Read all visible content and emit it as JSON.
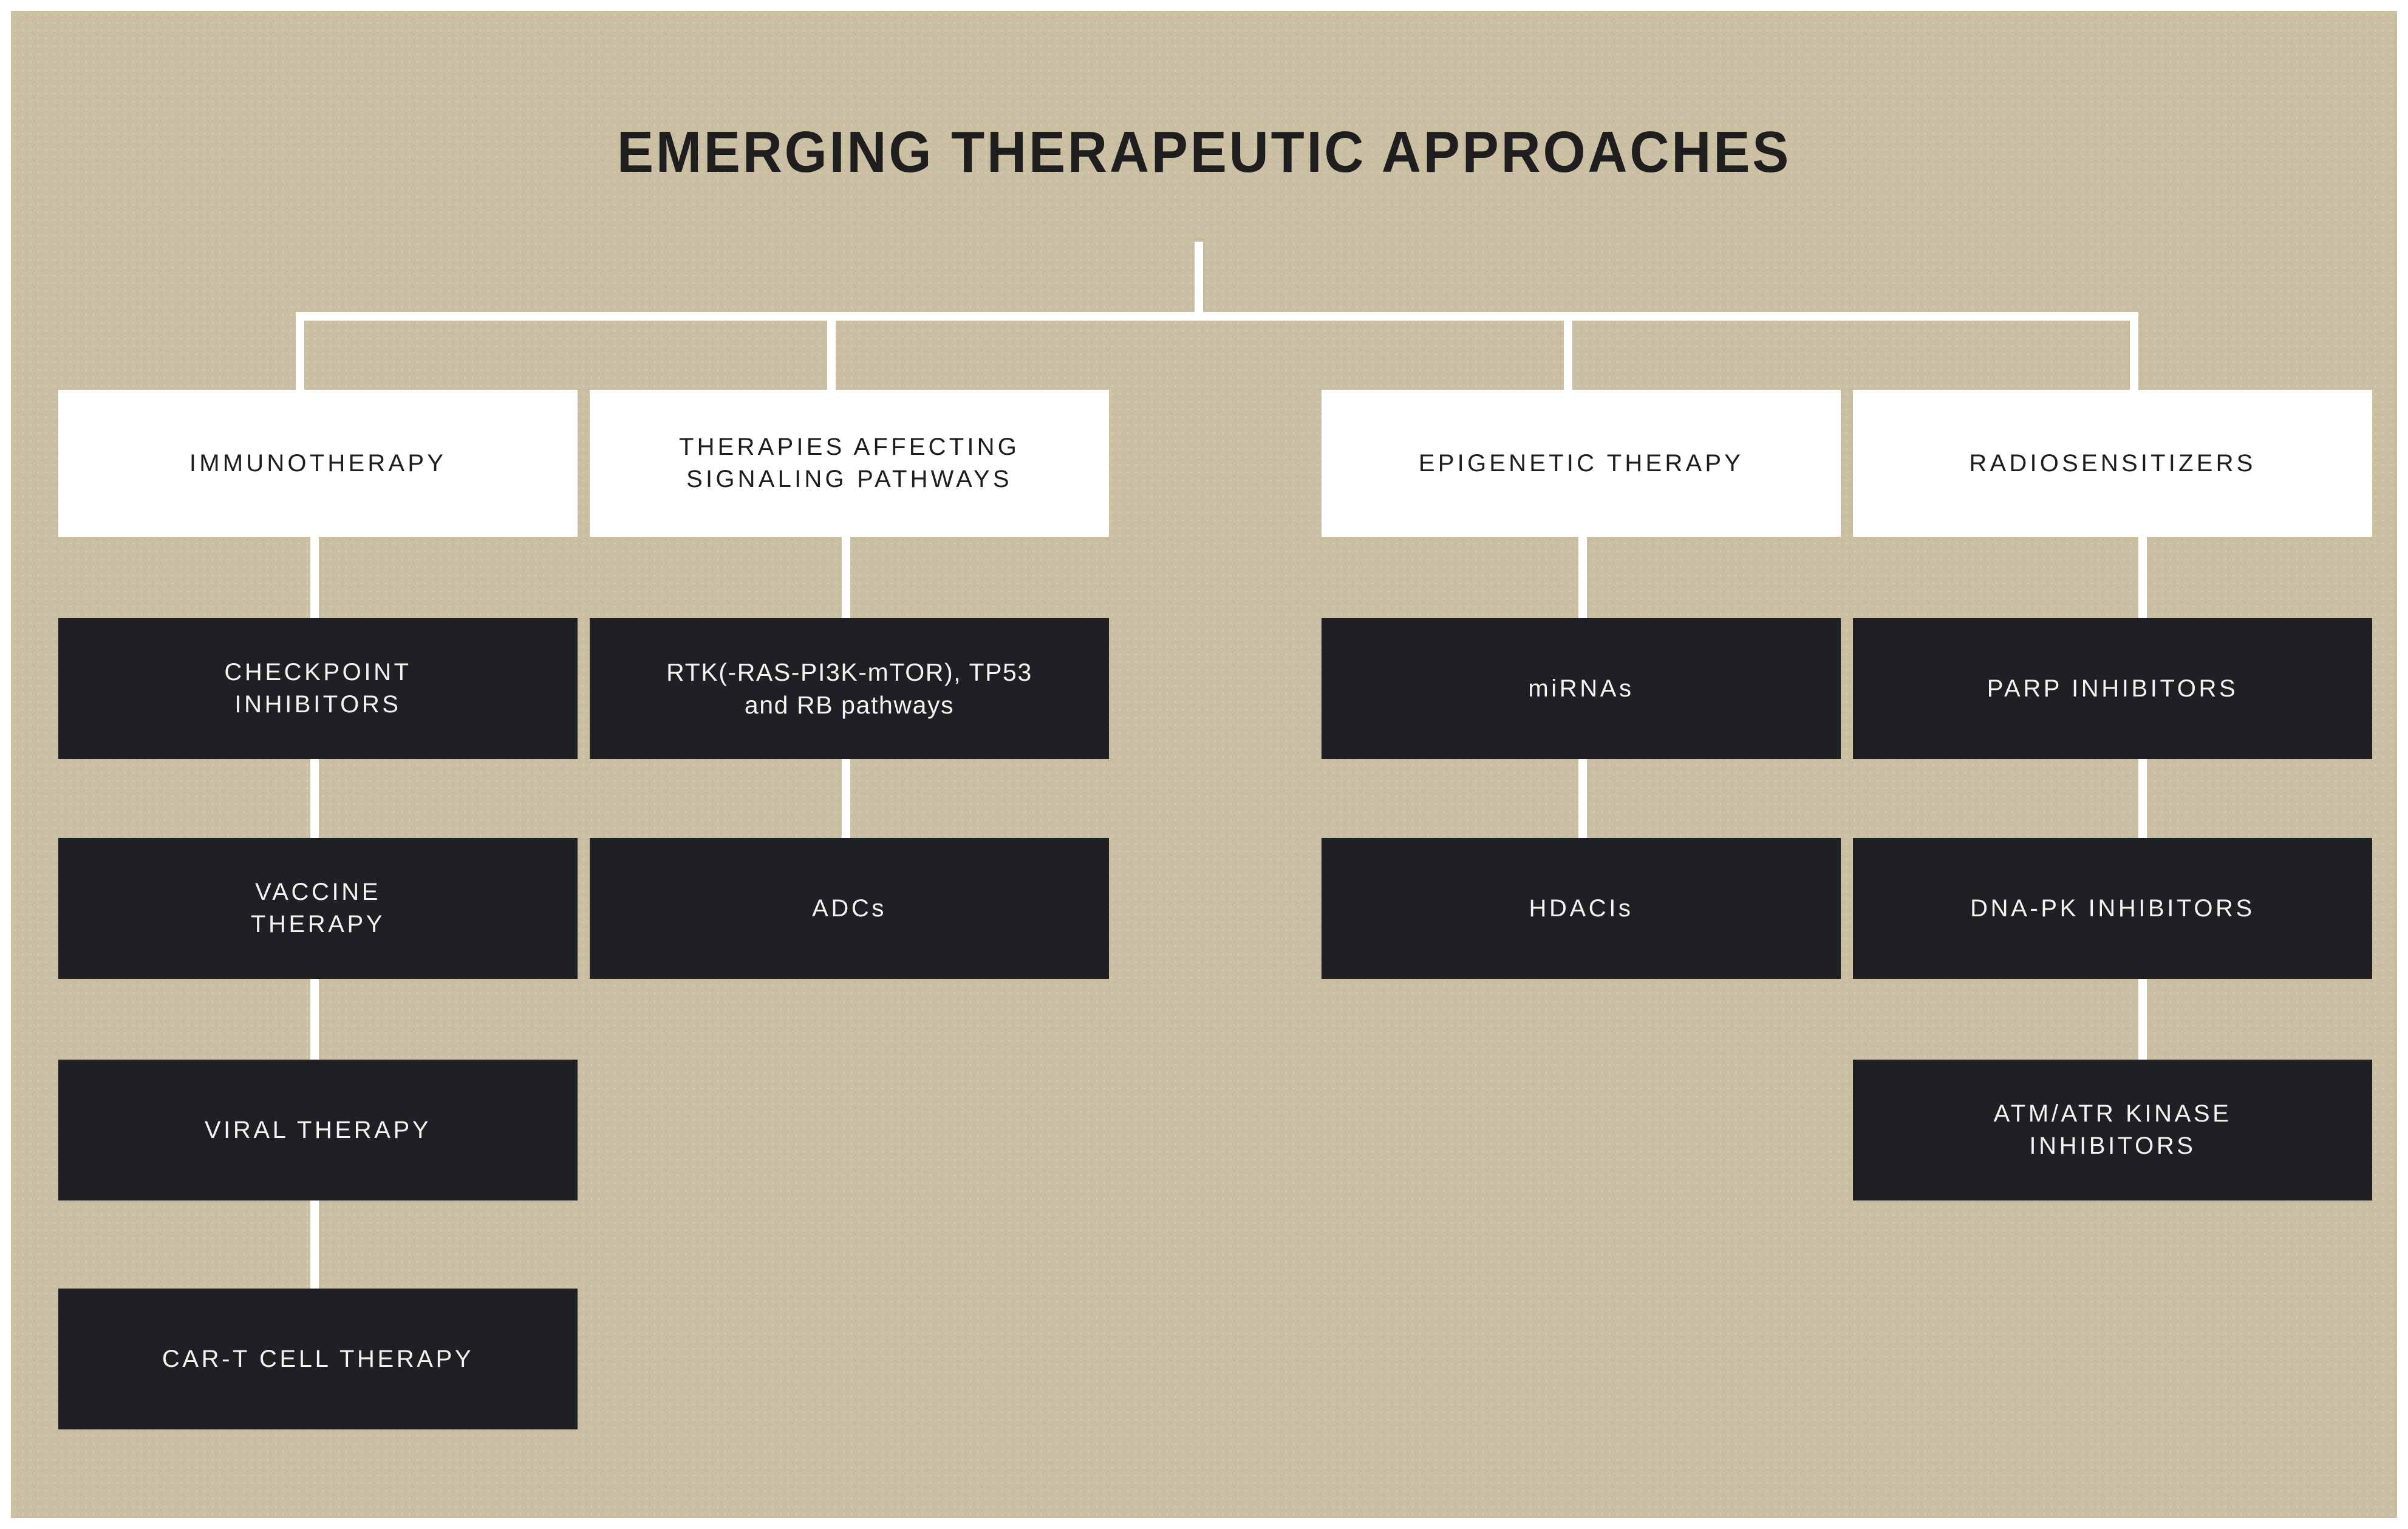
{
  "title": "EMERGING THERAPEUTIC APPROACHES",
  "colors": {
    "background": "#cbbfa3",
    "frame": "#ffffff",
    "header_box_bg": "#ffffff",
    "header_box_text": "#1d1d1d",
    "leaf_box_bg": "#1f2024",
    "leaf_box_text": "#f4f3f1",
    "connector": "#ffffff",
    "title_text": "#1e1e1e"
  },
  "chart_data": {
    "type": "diagram",
    "layout": "tree",
    "title": "EMERGING THERAPEUTIC APPROACHES",
    "root": "EMERGING THERAPEUTIC APPROACHES",
    "branches": [
      {
        "header": "IMMUNOTHERAPY",
        "children": [
          "CHECKPOINT INHIBITORS",
          "VACCINE THERAPY",
          "VIRAL THERAPY",
          "CAR-T CELL THERAPY"
        ]
      },
      {
        "header": "THERAPIES AFFECTING SIGNALING PATHWAYS",
        "children": [
          "RTK(-RAS-PI3K-mTOR), TP53 and RB pathways",
          "ADCs"
        ]
      },
      {
        "header": "EPIGENETIC THERAPY",
        "children": [
          "miRNAs",
          "HDACIs"
        ]
      },
      {
        "header": "RADIOSENSITIZERS",
        "children": [
          "PARP INHIBITORS",
          "DNA-PK INHIBITORS",
          "ATM/ATR KINASE INHIBITORS"
        ]
      }
    ]
  },
  "columns": [
    {
      "header": {
        "line1": "IMMUNOTHERAPY",
        "line2": ""
      },
      "leaves": [
        {
          "line1": "CHECKPOINT",
          "line2": "INHIBITORS"
        },
        {
          "line1": "VACCINE",
          "line2": "THERAPY"
        },
        {
          "line1": "VIRAL THERAPY",
          "line2": ""
        },
        {
          "line1": "CAR-T CELL THERAPY",
          "line2": ""
        }
      ]
    },
    {
      "header": {
        "line1": "THERAPIES AFFECTING",
        "line2": "SIGNALING PATHWAYS"
      },
      "leaves": [
        {
          "line1": "RTK(-RAS-PI3K-mTOR), TP53",
          "line2": "and RB pathways"
        },
        {
          "line1": "ADCs",
          "line2": ""
        }
      ]
    },
    {
      "header": {
        "line1": "EPIGENETIC THERAPY",
        "line2": ""
      },
      "leaves": [
        {
          "line1": "miRNAs",
          "line2": ""
        },
        {
          "line1": "HDACIs",
          "line2": ""
        }
      ]
    },
    {
      "header": {
        "line1": "RADIOSENSITIZERS",
        "line2": ""
      },
      "leaves": [
        {
          "line1": "PARP INHIBITORS",
          "line2": ""
        },
        {
          "line1": "DNA-PK INHIBITORS",
          "line2": ""
        },
        {
          "line1": "ATM/ATR KINASE",
          "line2": "INHIBITORS"
        }
      ]
    }
  ]
}
